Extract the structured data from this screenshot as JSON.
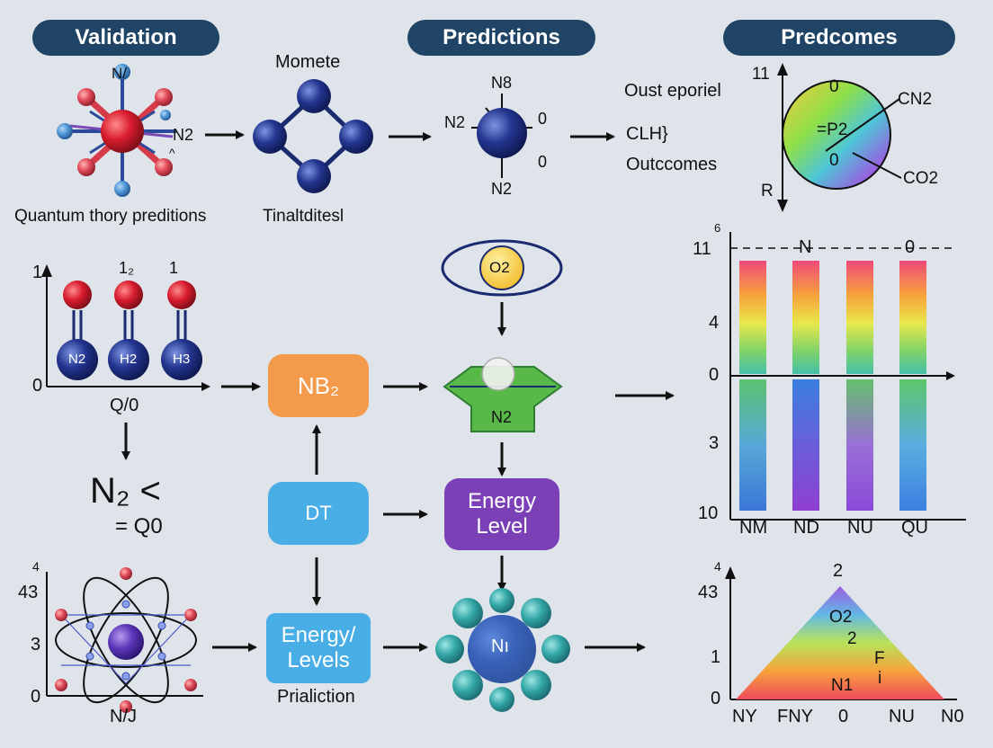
{
  "headers": {
    "validation": "Validation",
    "predictions": "Predictions",
    "predcomes": "Predcomes"
  },
  "row1": {
    "moment_label": "Momete",
    "quantum_caption": "Quantum thory preditions",
    "tinalt_caption": "Tinaltditesl",
    "complex_labels": {
      "top": "N/",
      "right": "N2",
      "lower": "^"
    },
    "central_labels": {
      "top": "N8",
      "left": "N2",
      "right_top": "0",
      "right_bottom": "0",
      "bottom": "N2"
    },
    "outcome_text": {
      "line1": "Oust eporiel",
      "line2": "CLH}",
      "line3": "Outccomes"
    },
    "circle": {
      "axis_top": "11",
      "axis_bottom": "R",
      "top": "0",
      "center": "=P2",
      "center2": "0",
      "cn": "CN2",
      "co": "CO2"
    }
  },
  "left_chart": {
    "y_top": "1",
    "y_zero": "0",
    "x_label": "Q/0",
    "top_marks": [
      "1₂",
      "1"
    ],
    "molecules": [
      "N2",
      "H2",
      "H3"
    ]
  },
  "n2_formula": {
    "main": "N₂ <",
    "sub": "= Q0"
  },
  "nodes": {
    "nb": "NB₂",
    "dt": "DT",
    "energy_level": [
      "Energy",
      "Level"
    ],
    "energy_levels": [
      "Energy/",
      "Levels"
    ],
    "prialiction": "Prialiction"
  },
  "o2_oval": "O2",
  "green_shape": "N2",
  "teal_cluster": "Nı",
  "atom_chart": {
    "y_labels": [
      "4",
      "43",
      "3",
      "0"
    ],
    "x_label": "N/J"
  },
  "bar_chart": {
    "y_labels": {
      "small_top": "6",
      "top": "11",
      "four": "4",
      "zero": "0",
      "three": "3",
      "bottom": "10"
    },
    "top_letters": {
      "n": "N",
      "o": "0"
    },
    "categories": [
      "NM",
      "ND",
      "NU",
      "QU"
    ]
  },
  "triangle_chart": {
    "y_labels": [
      "4",
      "43",
      "1",
      "0"
    ],
    "peak_label": "2",
    "inner": {
      "o2": "O2",
      "two": "2",
      "f": "F",
      "n1": "N1",
      "i": "i"
    },
    "x_labels": [
      "NY",
      "FNY",
      "0",
      "NU",
      "N0"
    ]
  },
  "colors": {
    "header_bg": "#1f4466",
    "orange": "#f39a4b",
    "blue": "#4aaee6",
    "purple": "#7b3fb6",
    "green": "#58b848",
    "navy": "#1e3d8c",
    "teal": "#40a9ad"
  }
}
